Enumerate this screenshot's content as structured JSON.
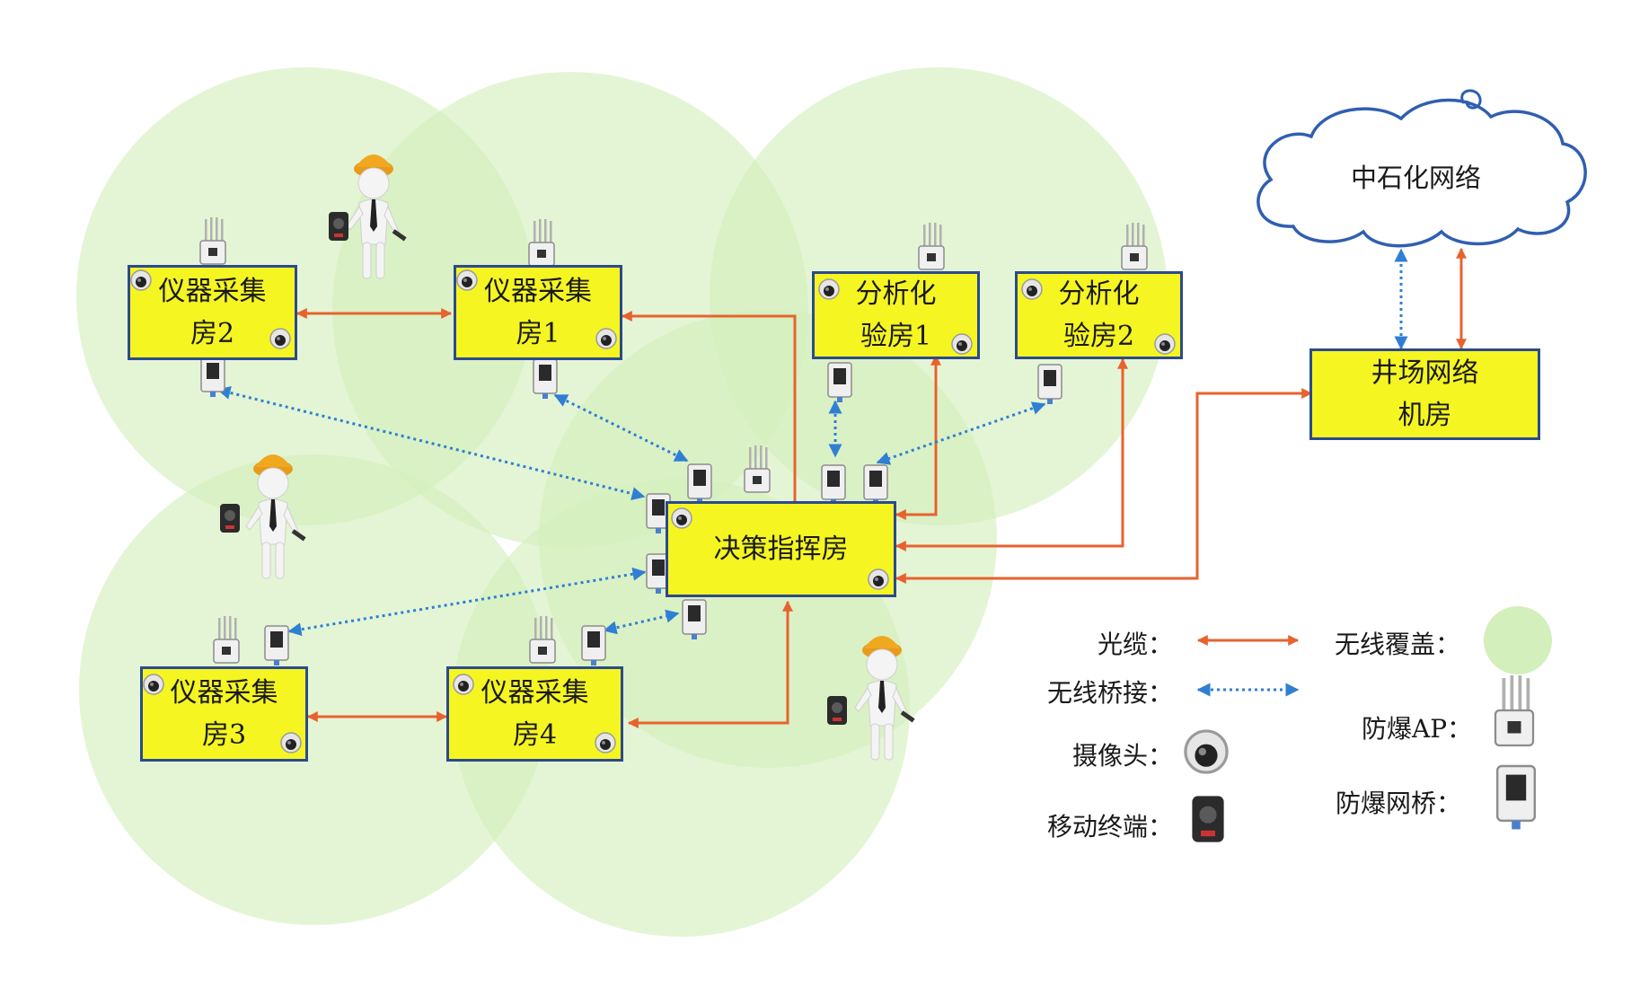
{
  "rooms": {
    "yq2": "仪器采集\n房2",
    "yq1": "仪器采集\n房1",
    "fx1": "分析化\n验房1",
    "fx2": "分析化\n验房2",
    "jc": "决策指挥房",
    "yq3": "仪器采集\n房3",
    "yq4": "仪器采集\n房4",
    "jcnet": "井场网络\n机房"
  },
  "cloud": {
    "label": "中石化网络"
  },
  "legend": {
    "fiber": "光缆：",
    "wireless_bridge": "无线桥接：",
    "camera": "摄像头：",
    "mobile_terminal": "移动终端：",
    "wireless_coverage": "无线覆盖：",
    "ex_ap": "防爆AP：",
    "ex_bridge": "防爆网桥："
  },
  "colors": {
    "coverage": "#d3efbb",
    "room_fill": "#f5f522",
    "room_border": "#2c4a8c",
    "fiber": "#e8622f",
    "wireless": "#2f7fd4",
    "cloud_outline": "#2f5fb0"
  },
  "icons": {
    "camera": "dome-camera-icon",
    "ap": "explosion-proof-ap-icon",
    "bridge": "explosion-proof-bridge-icon",
    "terminal": "mobile-terminal-icon",
    "worker": "worker-with-terminal-icon"
  }
}
